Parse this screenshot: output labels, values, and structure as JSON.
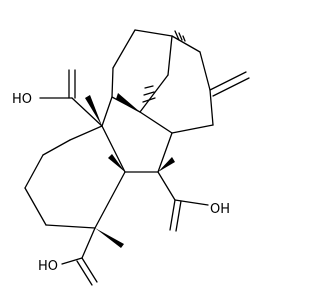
{
  "molecule": {
    "atom_labels": {
      "ho_top": "HO",
      "oh_right": "OH",
      "ho_bottom": "HO"
    }
  }
}
